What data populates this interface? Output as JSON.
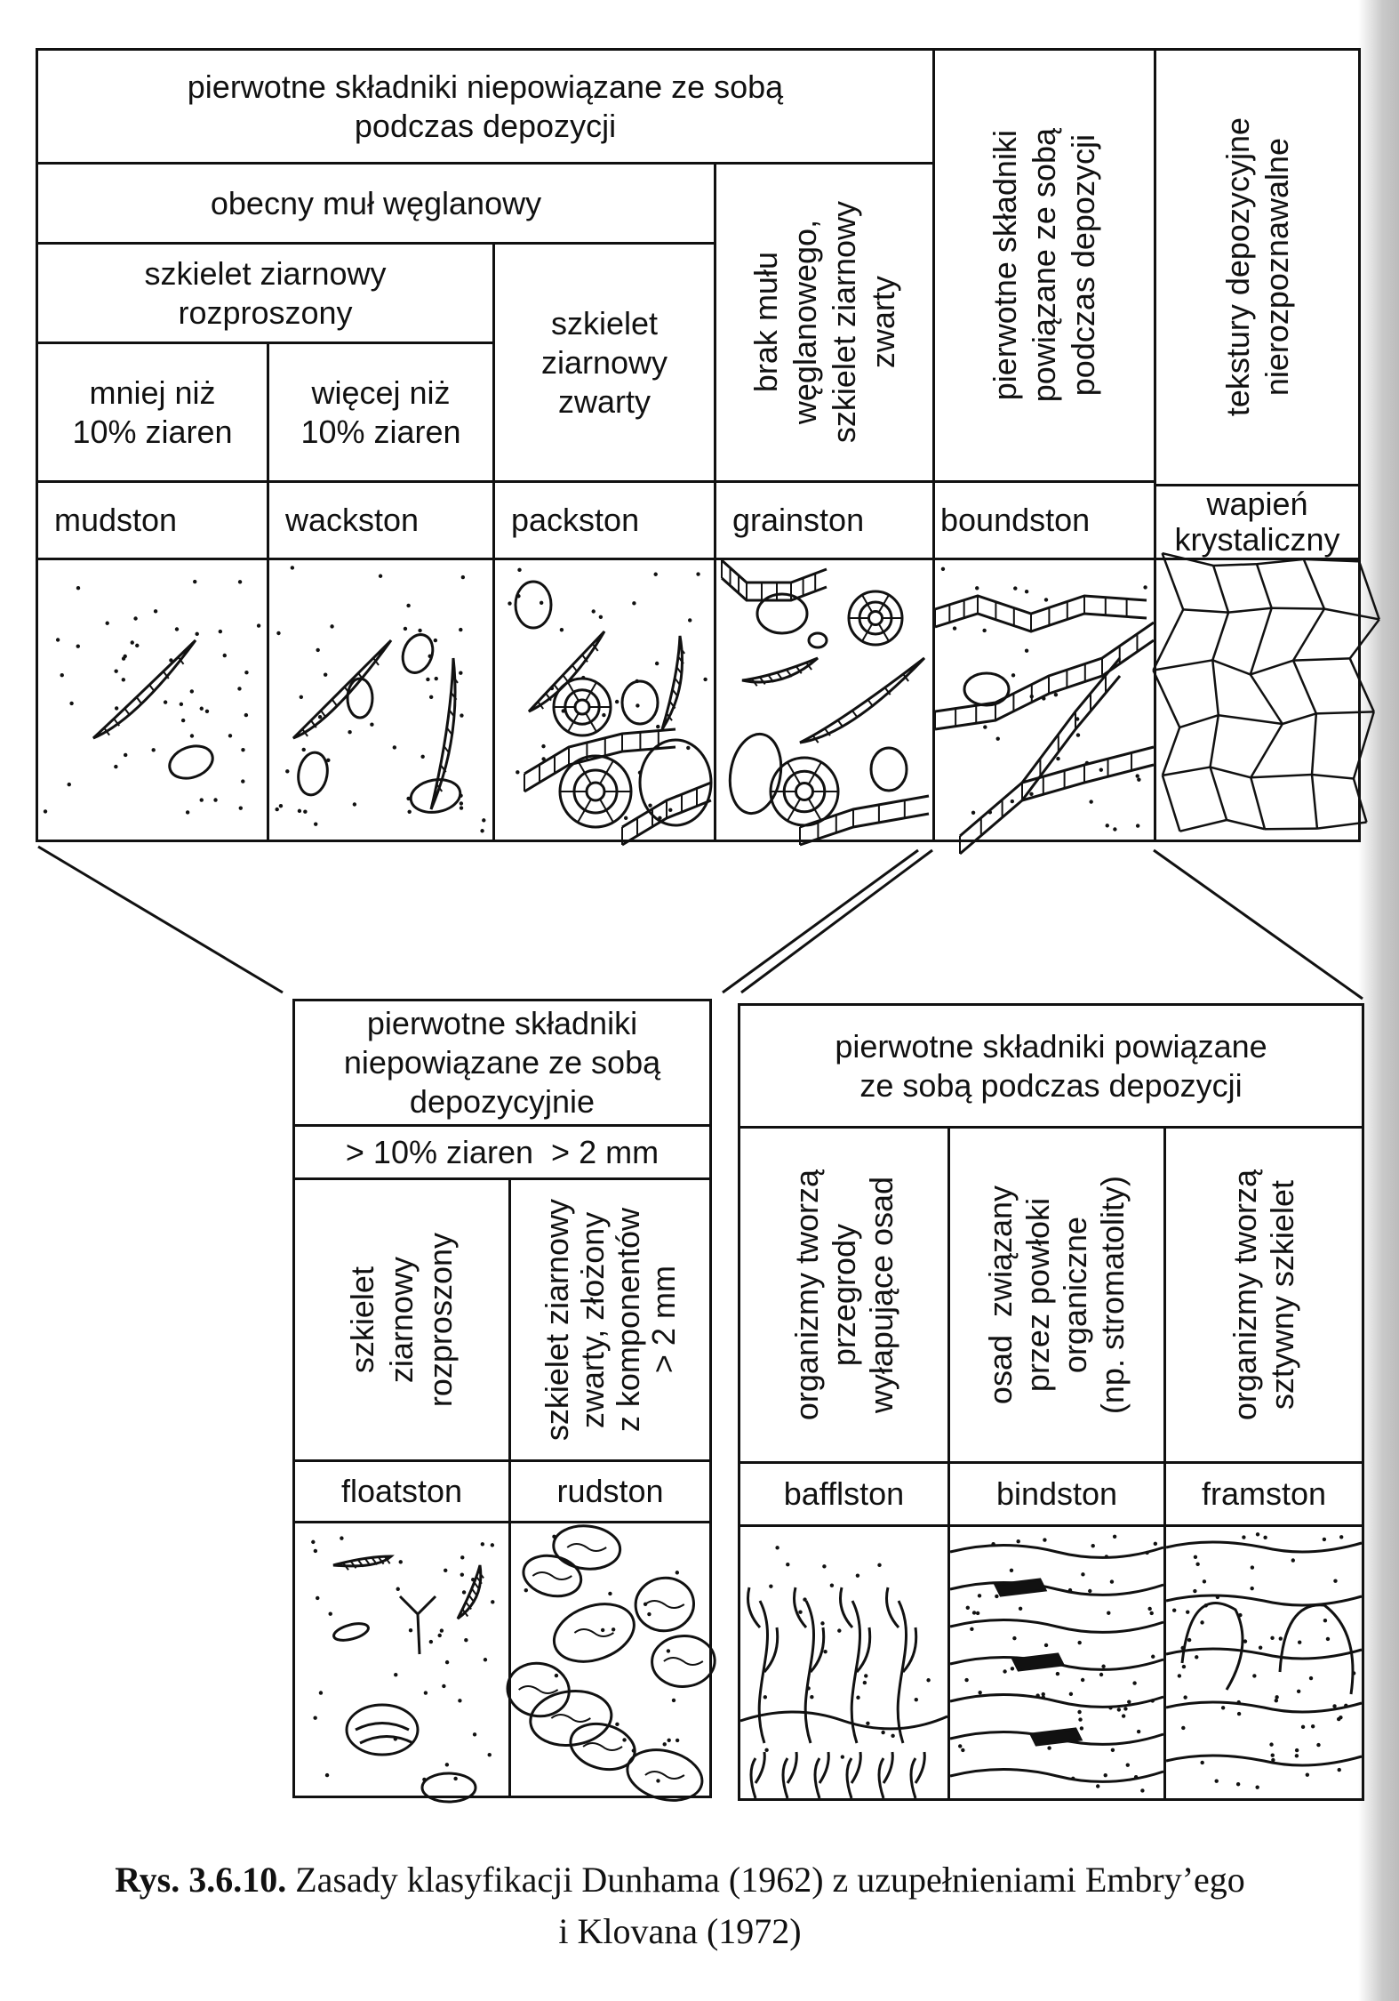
{
  "top_table": {
    "header_unbound": [
      "pierwotne składniki niepowiązane ze sobą",
      "podczas depozycji"
    ],
    "mud_present": "obecny muł węglanowy",
    "no_mud": [
      "brak mułu",
      "węglanowego,",
      "szkielet ziarnowy",
      "zwarty"
    ],
    "bound": [
      "pierwotne składniki",
      "powiązane ze sobą",
      "podczas depozycji"
    ],
    "unrecognizable": [
      "tekstury depozycyjne",
      "nierozpoznawalne"
    ],
    "dispersed": [
      "szkielet ziarnowy",
      "rozproszony"
    ],
    "less10": [
      "mniej niż",
      "10% ziaren"
    ],
    "more10": [
      "więcej niż",
      "10% ziaren"
    ],
    "grain_supported": [
      "szkielet",
      "ziarnowy",
      "zwarty"
    ],
    "names": [
      "mudston",
      "wackston",
      "packston",
      "grainston",
      "boundston"
    ],
    "crystalline": [
      "wapień",
      "krystaliczny"
    ]
  },
  "bottom_left": {
    "header": [
      "pierwotne składniki",
      "niepowiązane ze sobą",
      "depozycyjnie"
    ],
    "criterion": "> 10% ziaren  > 2 mm",
    "dispersed": [
      "szkielet",
      "ziarnowy",
      "rozproszony"
    ],
    "supported": [
      "szkielet ziarnowy",
      "zwarty, złożony",
      "z komponentów",
      "> 2 mm"
    ],
    "names": [
      "floatston",
      "rudston"
    ]
  },
  "bottom_right": {
    "header": [
      "pierwotne składniki powiązane",
      "ze sobą podczas depozycji"
    ],
    "baffle": [
      "organizmy tworzą",
      "przegrody",
      "wyłapujące osad"
    ],
    "bind": [
      "osad  związany",
      "przez powłoki",
      "organiczne",
      "(np. stromatolity)"
    ],
    "frame": [
      "organizmy tworzą",
      "sztywny szkielet"
    ],
    "names": [
      "bafflston",
      "bindston",
      "framston"
    ]
  },
  "caption": {
    "label": "Rys. 3.6.10.",
    "text": " Zasady klasyfikacji Dunhama (1962) z uzupełnieniami Embry’ego",
    "line2": "i Klovana (1972)"
  }
}
